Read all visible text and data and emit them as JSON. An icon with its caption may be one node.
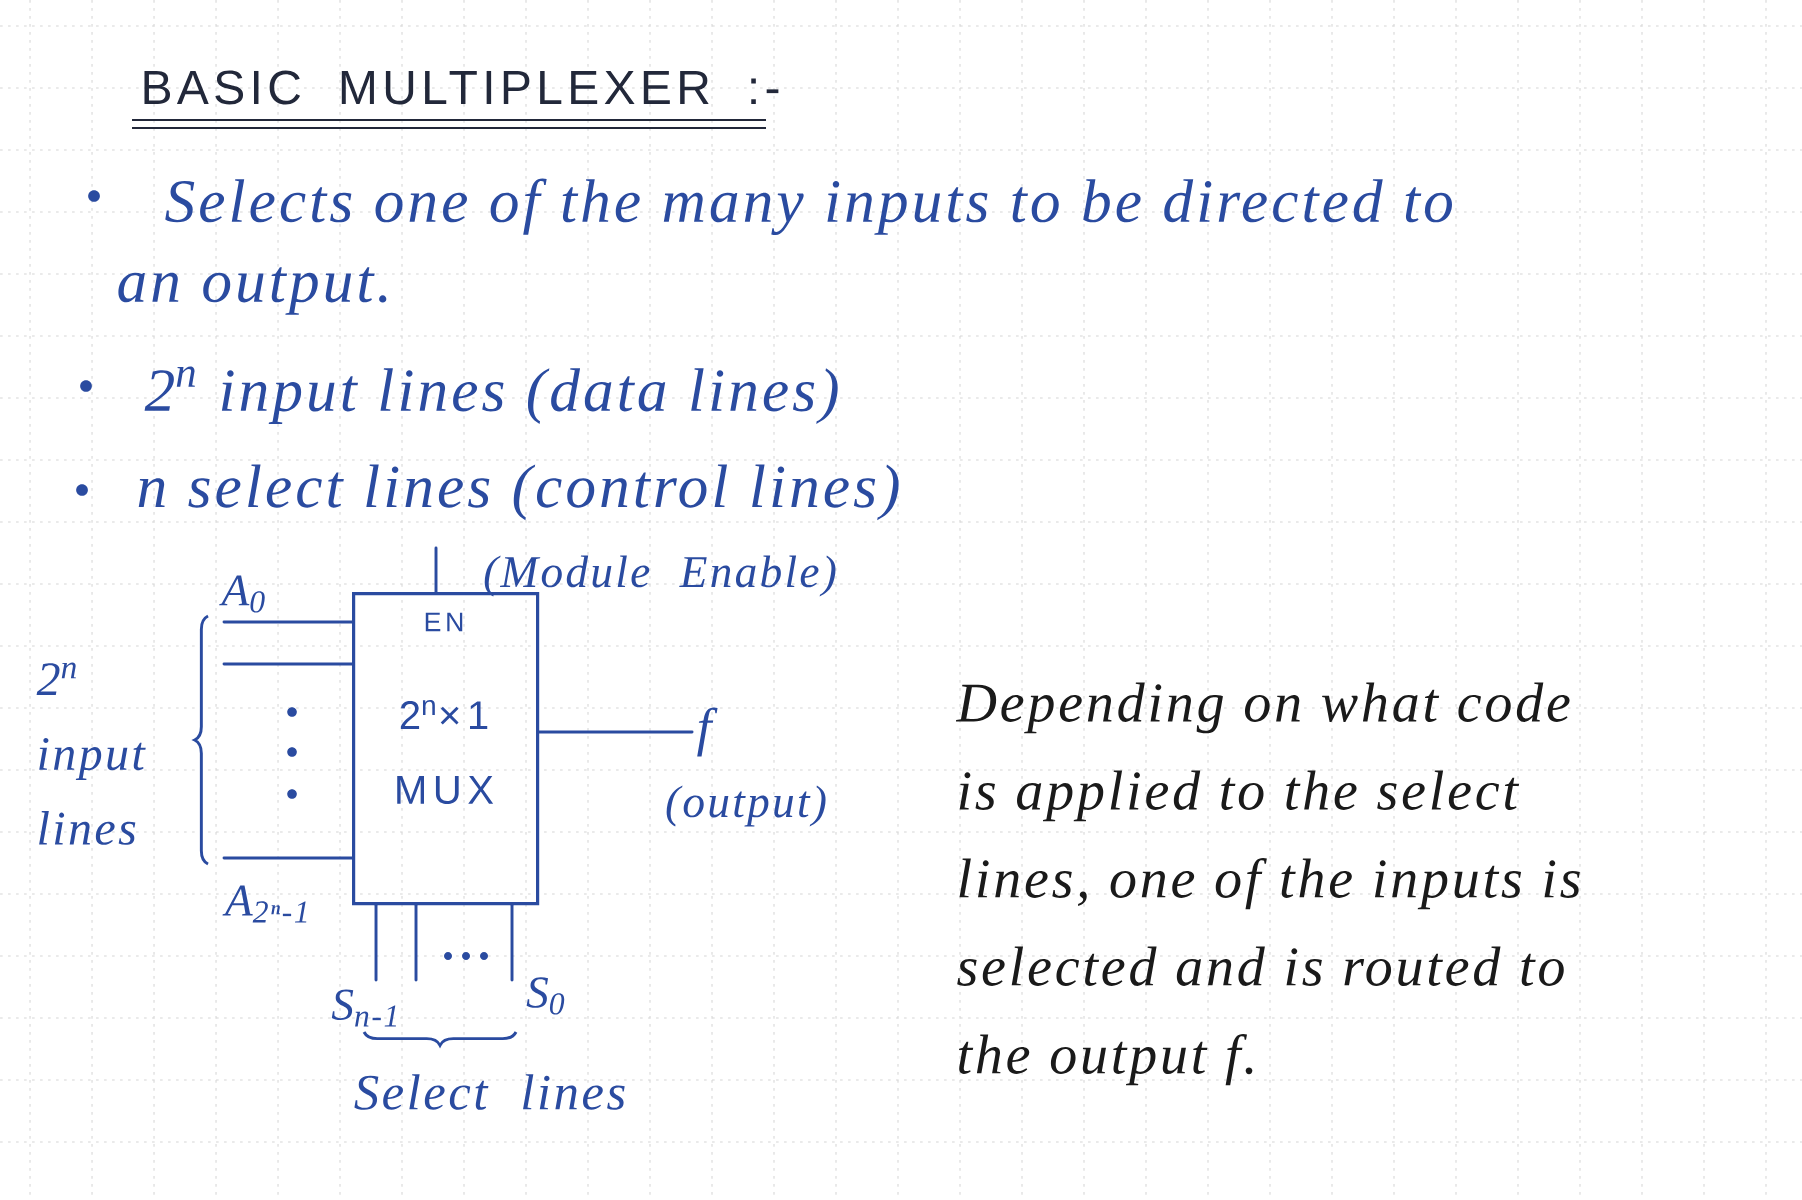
{
  "diagram": {
    "title": "BASIC MULTIPLEXER :-",
    "nodes": [
      {
        "text": [
          "EN",
          "2$^{n}$×1 MUX"
        ]
      },
      {
        "text": [
          "f"
        ],
        "beside": [
          "(output)"
        ]
      }
    ],
    "edges": [
      {
        "from": null,
        "to": 0,
        "arrow": "none",
        "label": "A$_{0}$"
      },
      {
        "from": null,
        "to": 0,
        "arrow": "none"
      },
      {
        "from": null,
        "to": 0,
        "arrow": "none",
        "label": "A$_{2ⁿ-1}$"
      },
      {
        "from": null,
        "to": 0,
        "arrow": "none",
        "label": "(Module Enable)"
      },
      {
        "from": 0,
        "to": 1,
        "arrow": "none"
      },
      {
        "from": null,
        "to": 0,
        "arrow": "none",
        "label": "S$_{n-1}$"
      },
      {
        "from": null,
        "to": 0,
        "arrow": "none"
      },
      {
        "from": null,
        "to": 0,
        "arrow": "none",
        "label": "S$_{0}$"
      }
    ],
    "labels": [
      "Selects one of the many inputs to be directed to an output.",
      "2$^{n}$ input lines (data lines)",
      "n select lines (control lines)",
      "2$^{n}$ input lines",
      "Depending on what code is applied to the select lines, one of the inputs is selected and is routed to the output f.",
      "Select lines"
    ]
  }
}
